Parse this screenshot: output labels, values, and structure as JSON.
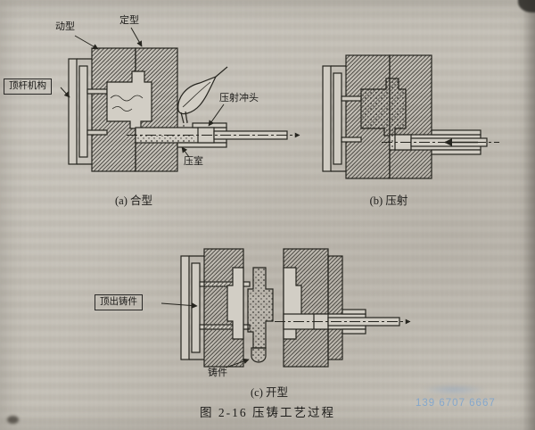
{
  "a": {
    "caption": "(a) 合型",
    "labels": {
      "moving_die": "动型",
      "fixed_die": "定型",
      "ejector_mechanism": "顶杆机构",
      "injection_plunger": "压射冲头",
      "shot_chamber": "压室"
    }
  },
  "b": {
    "caption": "(b) 压射"
  },
  "c": {
    "caption": "(c) 开型",
    "labels": {
      "eject_casting": "顶出铸件",
      "casting": "铸件"
    }
  },
  "figure_caption": "图 2-16  压铸工艺过程",
  "watermark": {
    "phone": "139 6707 6667"
  },
  "icons": {
    "hatch": "section-hatch-pattern",
    "dots": "molten-metal-stipple"
  }
}
